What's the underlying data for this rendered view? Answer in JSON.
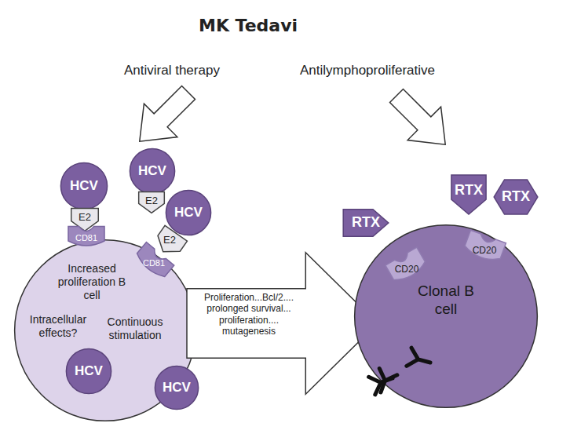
{
  "diagram": {
    "title": "MK Tedavi",
    "nodes": [
      {
        "text": [
          "HCV"
        ]
      },
      {
        "text": [
          "E2"
        ]
      },
      {
        "text": [
          "HCV"
        ]
      },
      {
        "text": [
          "E2"
        ]
      },
      {
        "text": [
          "HCV"
        ]
      },
      {
        "text": [
          "E2"
        ]
      },
      {
        "text": [
          "Increased proliferation B cell",
          "Intracellular effects?",
          "Continuous stimulation"
        ]
      },
      {
        "text": [
          "CD81"
        ]
      },
      {
        "text": [
          "CD81"
        ]
      },
      {
        "text": [
          "HCV"
        ],
        "in": 6
      },
      {
        "text": [
          "HCV"
        ]
      },
      {
        "text": [
          "Proliferation...Bcl/2.... prolonged survival... proliferation.... mutagenesis"
        ]
      },
      {
        "text": [
          "Clonal B cell"
        ]
      },
      {
        "text": [
          "RTX"
        ]
      },
      {
        "text": [
          "RTX"
        ]
      },
      {
        "text": [
          "RTX"
        ]
      },
      {
        "text": [
          "CD20"
        ]
      },
      {
        "text": [
          "CD20"
        ]
      }
    ],
    "labels": [
      "Antiviral therapy",
      "Antilymphoproliferative"
    ]
  }
}
